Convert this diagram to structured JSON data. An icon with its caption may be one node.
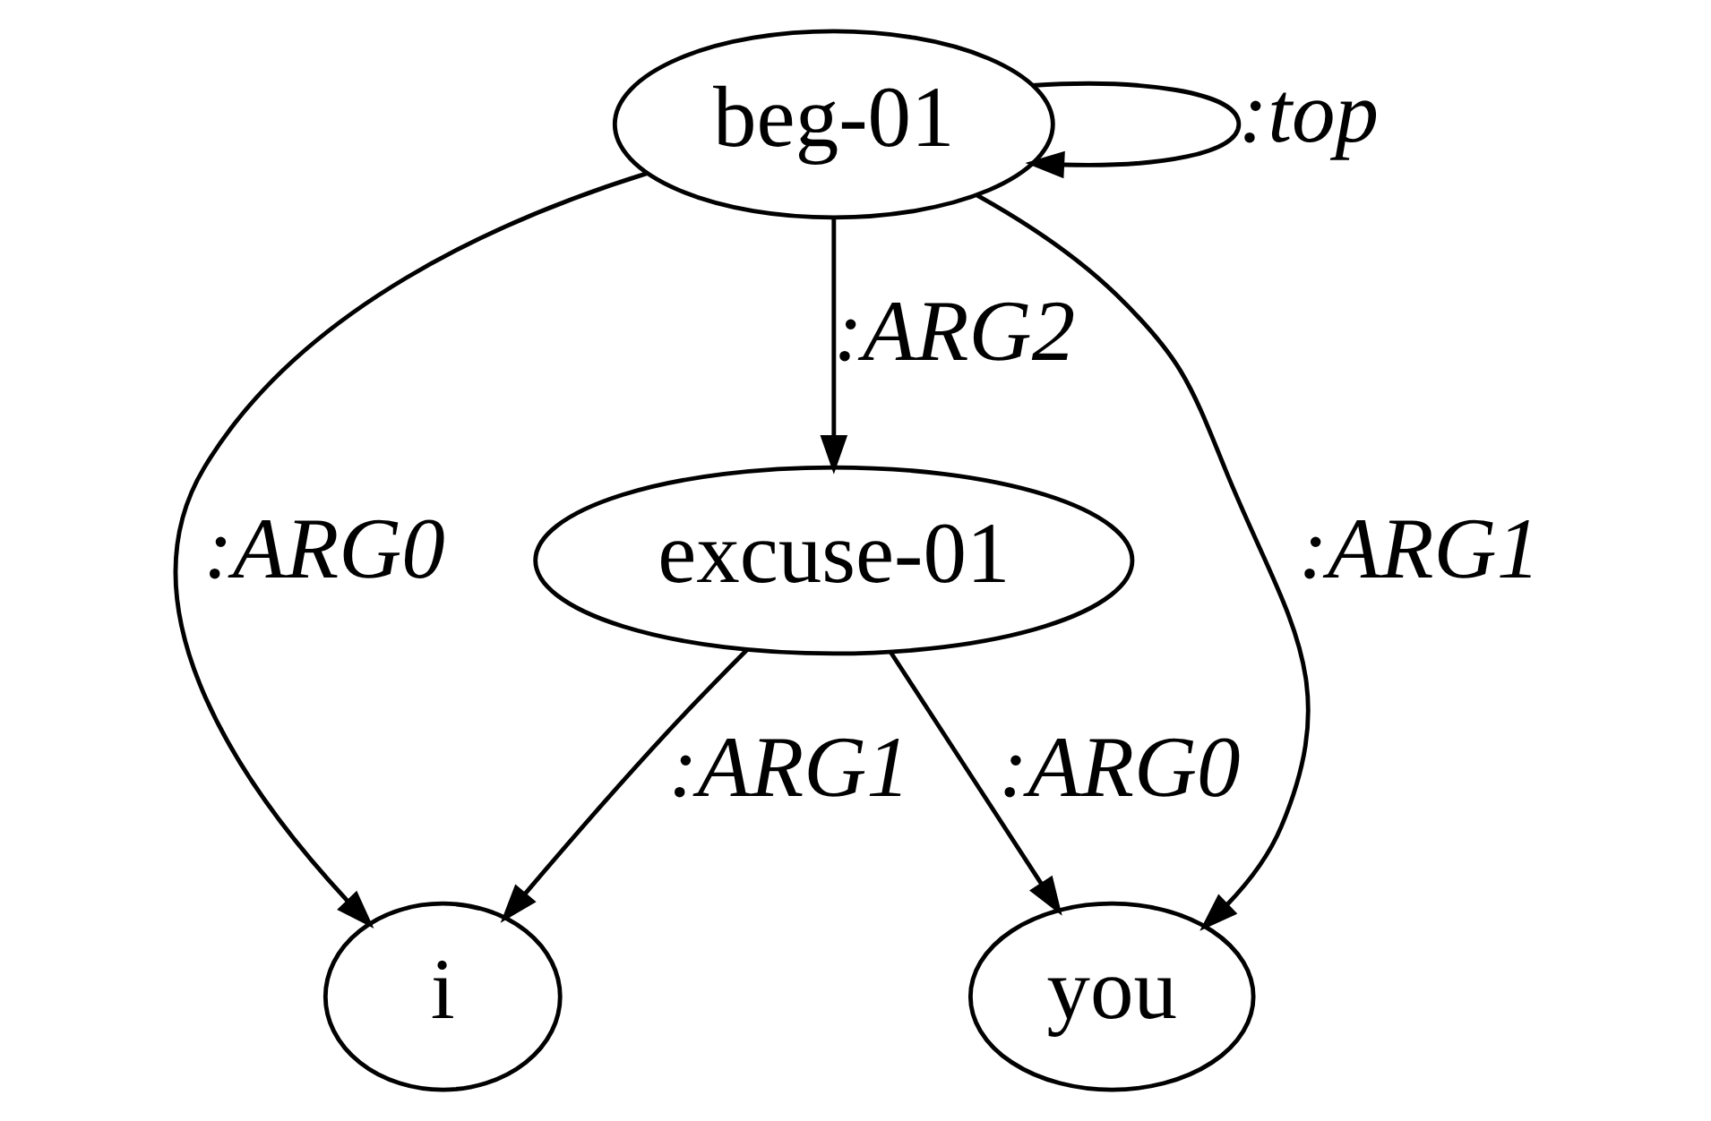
{
  "diagram": {
    "nodes": [
      {
        "text": [
          "beg-01"
        ]
      },
      {
        "text": [
          "i"
        ]
      },
      {
        "text": [
          "you"
        ]
      },
      {
        "text": [
          "excuse-01"
        ]
      }
    ],
    "edges": [
      {
        "from": 0,
        "to": 0,
        "arrow": "to",
        "label": ":top"
      },
      {
        "from": 0,
        "to": 1,
        "arrow": "to",
        "label": ":ARG0"
      },
      {
        "from": 0,
        "to": 2,
        "arrow": "to",
        "label": ":ARG1"
      },
      {
        "from": 0,
        "to": 3,
        "arrow": "to",
        "label": ":ARG2"
      },
      {
        "from": 3,
        "to": 2,
        "arrow": "to",
        "label": ":ARG0"
      },
      {
        "from": 3,
        "to": 1,
        "arrow": "to",
        "label": ":ARG1"
      }
    ]
  }
}
